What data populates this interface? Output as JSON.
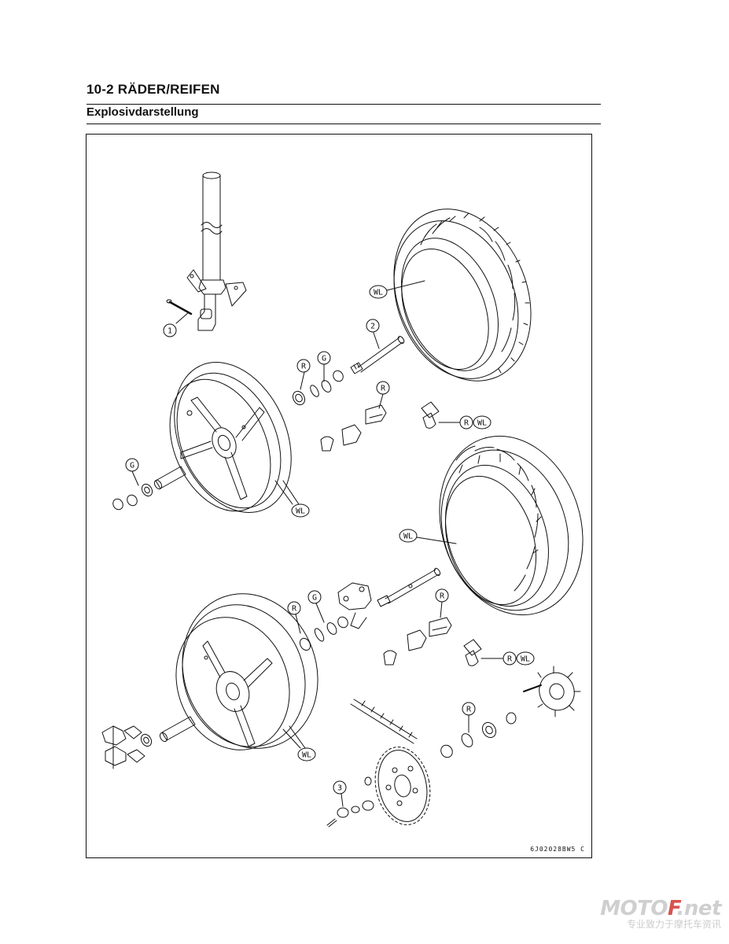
{
  "header": {
    "page_title": "10-2 RÄDER/REIFEN",
    "section_title": "Explosivdarstellung"
  },
  "figure": {
    "code": "6J02028BW5 C",
    "callouts": {
      "c1": "1",
      "c2": "2",
      "c3": "3",
      "r1": "R",
      "g1": "G",
      "r2": "R",
      "r3": "R",
      "wl1": "WL",
      "g2": "G",
      "wl2": "WL",
      "wl3": "WL",
      "wl4": "WL",
      "r4": "R",
      "g3": "G",
      "r5": "R",
      "r6": "R",
      "wl5": "WL",
      "wl6": "WL",
      "r7": "R"
    }
  },
  "watermark": {
    "logo_prefix": "MOTO",
    "logo_accent": "F",
    "logo_suffix": ".net",
    "tagline": "专业致力于摩托车资讯"
  },
  "colors": {
    "line": "#111111",
    "accent": "#d9534f"
  }
}
